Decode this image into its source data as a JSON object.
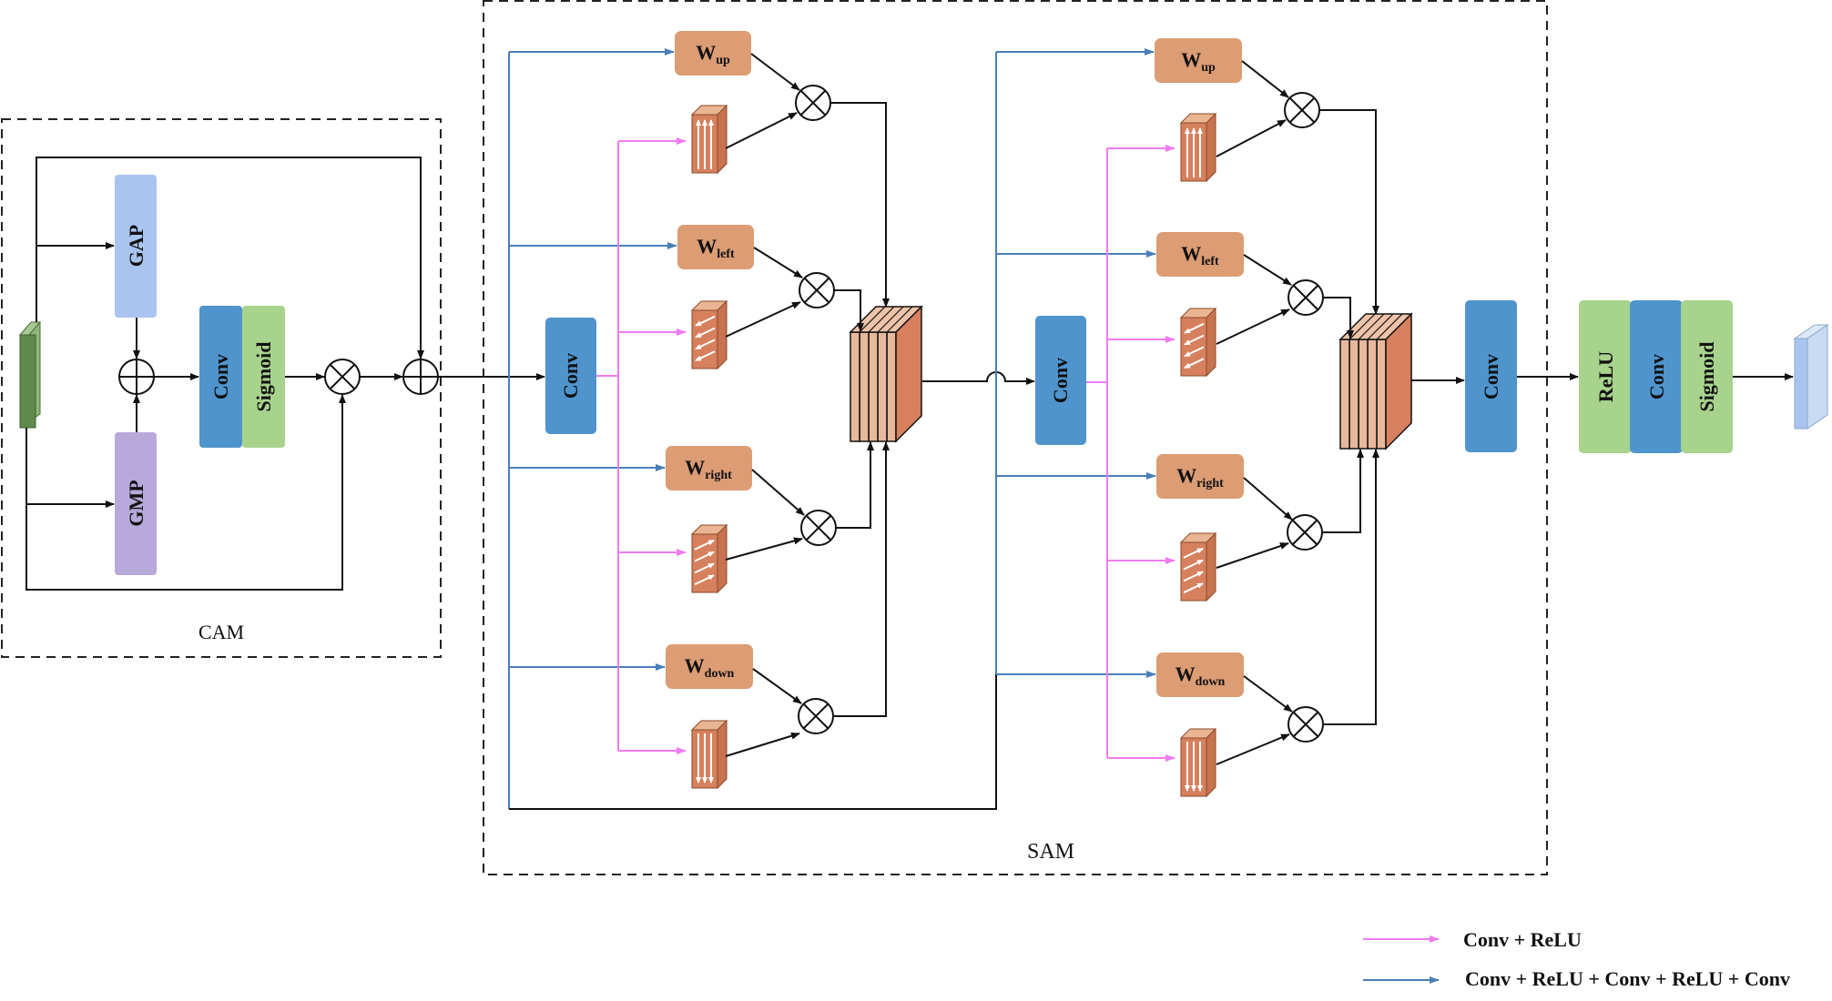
{
  "cam": {
    "title": "CAM",
    "gap_label": "GAP",
    "gmp_label": "GMP",
    "conv_label": "Conv",
    "sigmoid_label": "Sigmoid"
  },
  "sam": {
    "title": "SAM",
    "conv_label": "Conv",
    "weights": {
      "w": "W",
      "up": "up",
      "left": "left",
      "right": "right",
      "down": "down"
    }
  },
  "head": {
    "conv_label": "Conv",
    "relu_label": "ReLU",
    "conv2_label": "Conv",
    "sigmoid_label": "Sigmoid"
  },
  "legend": {
    "pink_label": "Conv + ReLU",
    "blue_label": "Conv + ReLU + Conv + ReLU + Conv"
  },
  "colors": {
    "pink_arrow": "#f07cf0",
    "blue_arrow": "#4a7fb8",
    "conv_block": "#4f94cd",
    "sigmoid_block": "#a7d38d",
    "gap_block": "#a9c4ee",
    "gmp_block": "#b7a9d9",
    "weight_block": "#dc9c74",
    "feature_orange": "#d6805e",
    "input_green": "#5f8a4c",
    "output_blue": "#bcd3ee"
  }
}
